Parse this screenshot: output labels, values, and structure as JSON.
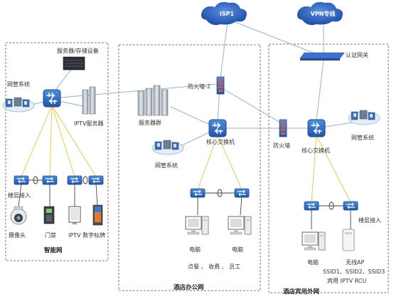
{
  "clouds": {
    "isp": "ISP1",
    "vpn": "VPN专线"
  },
  "zones": {
    "smart": "智能网",
    "office": "酒店办公网",
    "guest": "酒店宾用外网"
  },
  "labels": {
    "storage": "服务器/存储设备",
    "nms_left": "网管系统",
    "iptv_server": "IPTV服务器",
    "floor_access_left": "楼层接入",
    "camera": "摄像头",
    "door": "门禁",
    "iptv_signage": "IPTV 数字标牌",
    "firewall2": "防火墙-2",
    "server_group": "服务器群",
    "core_switch_office": "核心交换机",
    "nms_office": "网管系统",
    "pc1": "电脑",
    "pc2": "电脑",
    "pc_caption": "点餐 、 收费 、 员工",
    "auth_gateway": "认证网关",
    "firewall": "防火墙",
    "core_switch_guest": "核心交换机",
    "nms_guest": "网管系统",
    "floor_access_right": "楼层接入",
    "pc_guest": "电脑",
    "wireless_ap": "无线AP",
    "ssid_line1": "SSID1、SSID2、SSID3",
    "ssid_line2": "宾用    IPTV    RCU"
  },
  "colors": {
    "zone_border": "#555555",
    "blue_link": "#8fb3d9",
    "yellow_link": "#f0c23a",
    "cloud": "#2a63b8",
    "firewall": "#3f6fd0",
    "switch": "#2f6fc8"
  }
}
